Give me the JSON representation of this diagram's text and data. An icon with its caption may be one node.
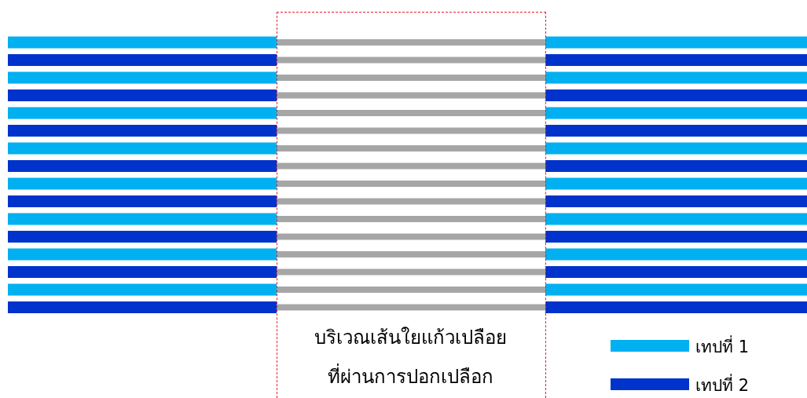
{
  "diagram": {
    "nodes": [
      {
        "text": [
          "บริเวณเส้นใยแก้วเปลือย ที่ผ่านการปอกเปลือก"
        ]
      }
    ],
    "edges": [],
    "legend": [
      {
        "text": "เทปที่ 1",
        "color": "#00b0f0"
      },
      {
        "text": "เทปที่ 2",
        "color": "#0033cc"
      }
    ]
  }
}
